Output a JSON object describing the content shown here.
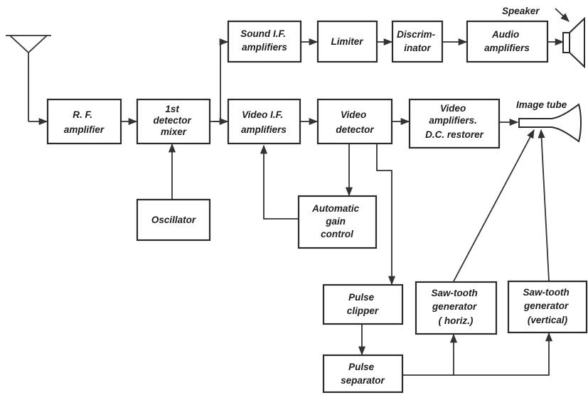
{
  "diagram": {
    "blocks": {
      "rf_amplifier": [
        "R. F.",
        "amplifier"
      ],
      "detector_mixer": [
        "1st",
        "detector",
        "mixer"
      ],
      "oscillator": [
        "Oscillator"
      ],
      "sound_if": [
        "Sound I.F.",
        "amplifiers"
      ],
      "limiter": [
        "Limiter"
      ],
      "discriminator": [
        "Discrim-",
        "inator"
      ],
      "audio_amplifiers": [
        "Audio",
        "amplifiers"
      ],
      "video_if": [
        "Video I.F.",
        "amplifiers"
      ],
      "video_detector": [
        "Video",
        "detector"
      ],
      "video_amplifiers": [
        "Video",
        "amplifiers.",
        "D.C. restorer"
      ],
      "agc": [
        "Automatic",
        "gain",
        "control"
      ],
      "pulse_clipper": [
        "Pulse",
        "clipper"
      ],
      "pulse_separator": [
        "Pulse",
        "separator"
      ],
      "sawtooth_horiz": [
        "Saw-tooth",
        "generator",
        "( horiz.)"
      ],
      "sawtooth_vertical": [
        "Saw-tooth",
        "generator",
        "(vertical)"
      ]
    },
    "labels": {
      "speaker": "Speaker",
      "image_tube": "Image tube"
    }
  }
}
